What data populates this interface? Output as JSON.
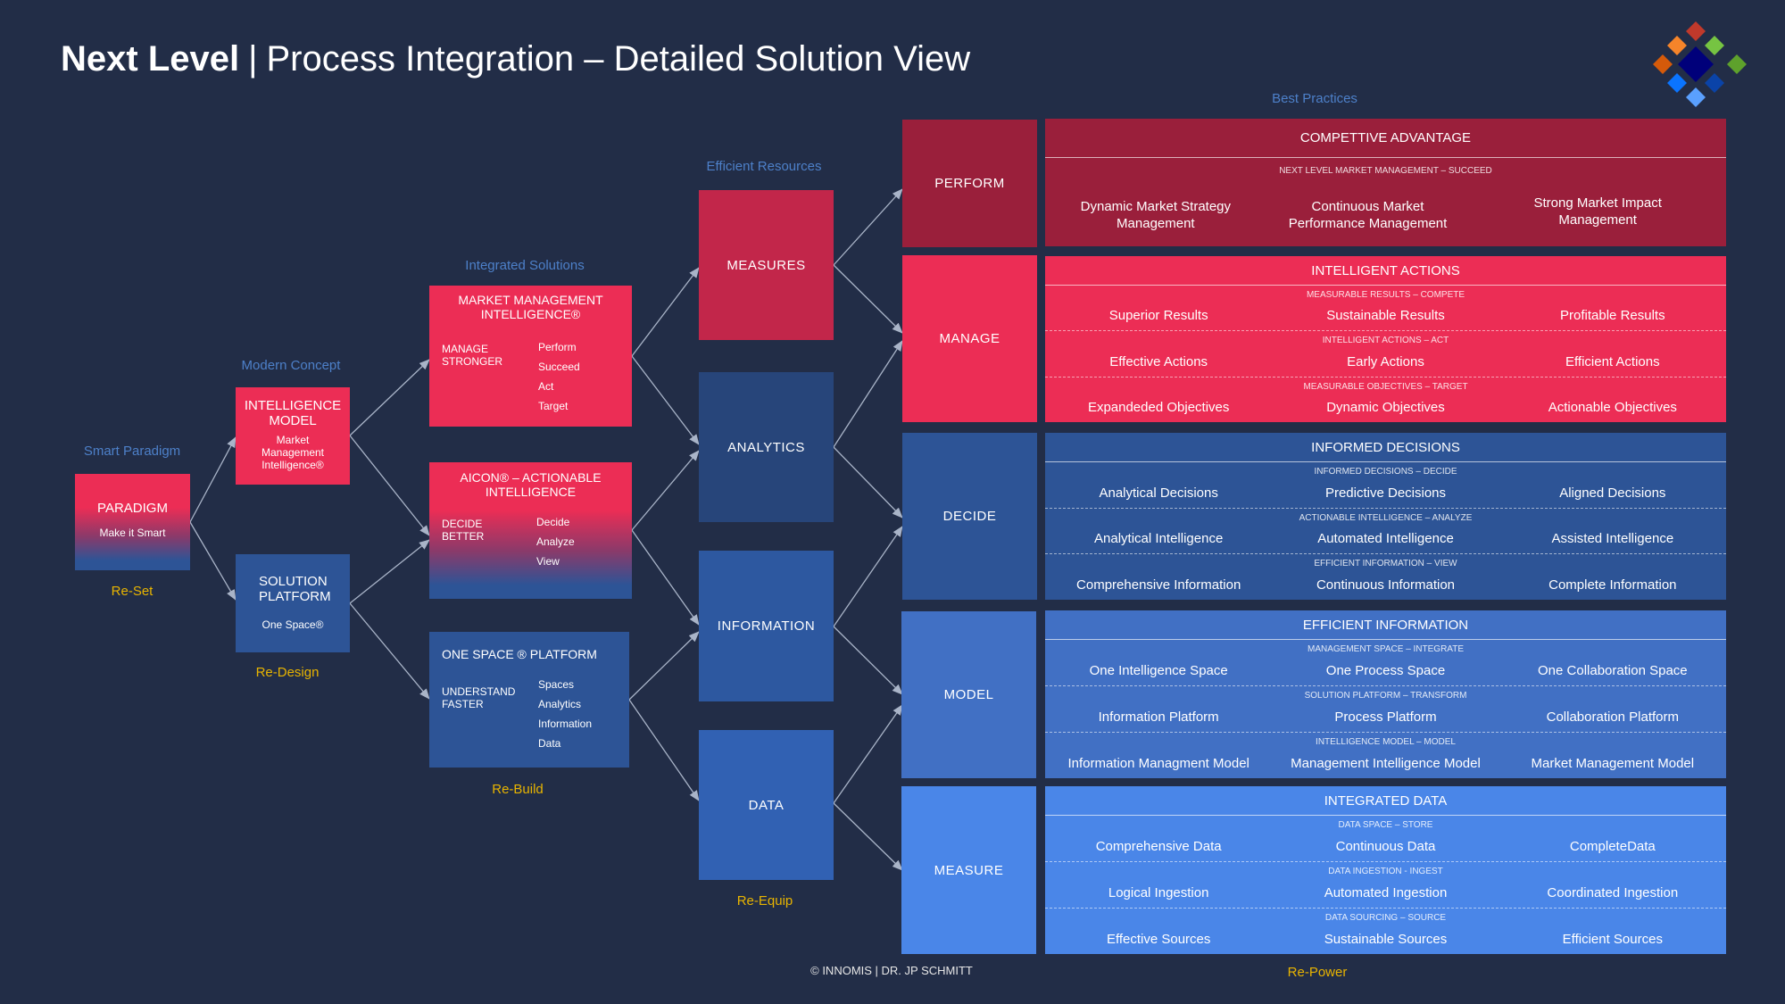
{
  "title": {
    "bold": "Next Level",
    "sep": "|",
    "rest": "Process Integration – Detailed Solution View"
  },
  "logo": {
    "colors": [
      "#c0392b",
      "#f5842a",
      "#76c442",
      "#d55a0a",
      "#5ea12c",
      "#0a74ff",
      "#0a43a8",
      "#5aa0ff",
      "#00007a"
    ]
  },
  "labels": {
    "smart": "Smart Paradigm",
    "modern": "Modern Concept",
    "integrated": "Integrated Solutions",
    "efficient": "Efficient Resources",
    "best": "Best Practices"
  },
  "re": {
    "set": "Re-Set",
    "design": "Re-Design",
    "build": "Re-Build",
    "equip": "Re-Equip",
    "power": "Re-Power"
  },
  "paradigm": {
    "title": "PARADIGM",
    "sub": "Make it Smart"
  },
  "intelligence_model": {
    "title": "INTELLIGENCE MODEL",
    "sub": "Market Management Intelligence®"
  },
  "solution_platform": {
    "title": "SOLUTION PLATFORM",
    "sub": "One Space®"
  },
  "solutions": [
    {
      "title": "MARKET MANAGEMENT INTELLIGENCE®",
      "left": "MANAGE STRONGER",
      "items": [
        "Perform",
        "Succeed",
        "Act",
        "Target"
      ]
    },
    {
      "title": "AICON® – ACTIONABLE INTELLIGENCE",
      "left": "DECIDE BETTER",
      "items": [
        "Decide",
        "Analyze",
        "View"
      ]
    },
    {
      "title": "ONE SPACE ® PLATFORM",
      "left": "UNDERSTAND FASTER",
      "items": [
        "Spaces",
        "Analytics",
        "Information",
        "Data"
      ]
    }
  ],
  "resources": [
    "MEASURES",
    "ANALYTICS",
    "INFORMATION",
    "DATA"
  ],
  "stages": [
    "PERFORM",
    "MANAGE",
    "DECIDE",
    "MODEL",
    "MEASURE"
  ],
  "panels": [
    {
      "header": "COMPETTIVE ADVANTAGE",
      "color": "#9a1f3b",
      "rows": [
        {
          "label": "NEXT LEVEL MARKET MANAGEMENT – SUCCEED",
          "cells": [
            "Dynamic Market Strategy Management",
            "Continuous Market Performance Management",
            "Strong Market Impact Management"
          ]
        }
      ]
    },
    {
      "header": "INTELLIGENT ACTIONS",
      "color": "#ec2d55",
      "rows": [
        {
          "label": "MEASURABLE RESULTS – COMPETE",
          "cells": [
            "Superior Results",
            "Sustainable Results",
            "Profitable Results"
          ]
        },
        {
          "label": "INTELLIGENT ACTIONS – ACT",
          "cells": [
            "Effective Actions",
            "Early Actions",
            "Efficient Actions"
          ]
        },
        {
          "label": "MEASURABLE OBJECTIVES – TARGET",
          "cells": [
            "Expandeded Objectives",
            "Dynamic Objectives",
            "Actionable Objectives"
          ]
        }
      ]
    },
    {
      "header": "INFORMED DECISIONS",
      "color": "#2d5496",
      "rows": [
        {
          "label": "INFORMED DECISIONS – DECIDE",
          "cells": [
            "Analytical Decisions",
            "Predictive Decisions",
            "Aligned Decisions"
          ]
        },
        {
          "label": "ACTIONABLE INTELLIGENCE – ANALYZE",
          "cells": [
            "Analytical Intelligence",
            "Automated Intelligence",
            "Assisted Intelligence"
          ]
        },
        {
          "label": "EFFICIENT INFORMATION – VIEW",
          "cells": [
            "Comprehensive Information",
            "Continuous Information",
            "Complete Information"
          ]
        }
      ]
    },
    {
      "header": "EFFICIENT INFORMATION",
      "color": "#4170c4",
      "rows": [
        {
          "label": "MANAGEMENT SPACE – INTEGRATE",
          "cells": [
            "One Intelligence Space",
            "One Process Space",
            "One Collaboration Space"
          ]
        },
        {
          "label": "SOLUTION PLATFORM – TRANSFORM",
          "cells": [
            "Information Platform",
            "Process Platform",
            "Collaboration Platform"
          ]
        },
        {
          "label": "INTELLIGENCE MODEL – MODEL",
          "cells": [
            "Information Managment Model",
            "Management Intelligence Model",
            "Market Management Model"
          ]
        }
      ]
    },
    {
      "header": "INTEGRATED DATA",
      "color": "#4a86e8",
      "rows": [
        {
          "label": "DATA SPACE – STORE",
          "cells": [
            "Comprehensive Data",
            "Continuous Data",
            "CompleteData"
          ]
        },
        {
          "label": "DATA INGESTION - INGEST",
          "cells": [
            "Logical Ingestion",
            "Automated Ingestion",
            "Coordinated Ingestion"
          ]
        },
        {
          "label": "DATA SOURCING – SOURCE",
          "cells": [
            "Effective Sources",
            "Sustainable Sources",
            "Efficient Sources"
          ]
        }
      ]
    }
  ],
  "footer": "© INNOMIS | DR. JP SCHMITT"
}
